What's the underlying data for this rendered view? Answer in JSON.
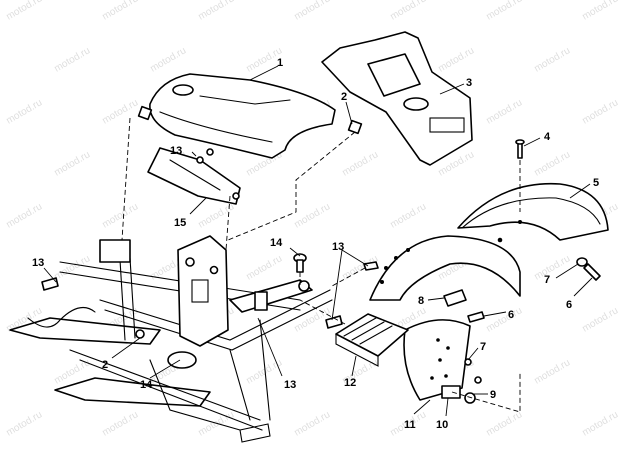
{
  "watermark": "motod.ru",
  "callouts": {
    "c1": "1",
    "c2a": "2",
    "c2b": "2",
    "c3": "3",
    "c4": "4",
    "c5": "5",
    "c6a": "6",
    "c6b": "6",
    "c7a": "7",
    "c7b": "7",
    "c8": "8",
    "c9": "9",
    "c10": "10",
    "c11": "11",
    "c12": "12",
    "c13a": "13",
    "c13b": "13",
    "c13c": "13",
    "c13d": "13",
    "c14a": "14",
    "c14b": "14",
    "c15": "15"
  }
}
